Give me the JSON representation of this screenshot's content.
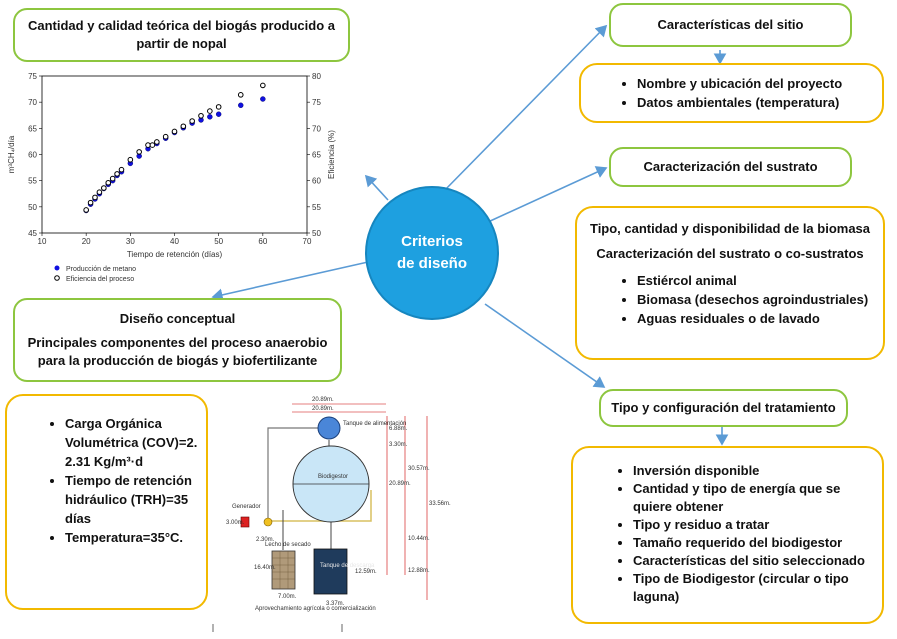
{
  "center": {
    "line1": "Criterios",
    "line2": "de diseño"
  },
  "top_left_title": "Cantidad y calidad teórica del biogás producido a partir de nopal",
  "site": {
    "title": "Características del sitio",
    "items": [
      "Nombre y ubicación del proyecto",
      "Datos ambientales (temperatura)"
    ]
  },
  "substrate": {
    "title": "Caracterización del sustrato",
    "heading1": "Tipo, cantidad y disponibilidad de la biomasa",
    "heading2": "Caracterización del sustrato o co-sustratos",
    "items": [
      "Estiércol animal",
      "Biomasa (desechos agroindustriales)",
      "Aguas residuales o de lavado"
    ]
  },
  "treatment": {
    "title": "Tipo y configuración del tratamiento",
    "items": [
      "Inversión disponible",
      "Cantidad y tipo de energía que se quiere obtener",
      "Tipo y residuo a tratar",
      "Tamaño requerido del biodigestor",
      "Características del sitio seleccionado",
      "Tipo de Biodigestor (circular o tipo laguna)"
    ]
  },
  "concept": {
    "title": "Diseño conceptual",
    "subtitle": "Principales componentes del proceso anaerobio para la producción de biogás y biofertilizante"
  },
  "params": {
    "items": [
      "Carga Orgánica Volumétrica (COV)=2. 2.31 Kg/m³·d",
      "Tiempo de retención hidráulico (TRH)=35 días",
      "Temperatura=35°C."
    ]
  },
  "chart_data": {
    "type": "scatter",
    "xlabel": "Tiempo de retención (días)",
    "ylabel": "m³CH₄/día",
    "y2label": "Eficiencia (%)",
    "xlim": [
      10,
      70
    ],
    "ylim": [
      45,
      75
    ],
    "y2lim": [
      50,
      80
    ],
    "xticks": [
      "10",
      "20",
      "30",
      "40",
      "50",
      "60",
      "70"
    ],
    "yticks": [
      "45",
      "50",
      "55",
      "60",
      "65",
      "70",
      "75"
    ],
    "y2ticks": [
      "50",
      "55",
      "60",
      "65",
      "70",
      "75",
      "80"
    ],
    "legend_position": "bottom-left",
    "series": [
      {
        "name": "Producción de metano",
        "axis": "left",
        "color": "#1010e0",
        "x": [
          20,
          21,
          22,
          23,
          24,
          25,
          26,
          27,
          28,
          30,
          32,
          34,
          36,
          38,
          40,
          42,
          44,
          46,
          48,
          50,
          55,
          60
        ],
        "y": [
          49.3,
          50.5,
          51.5,
          52.5,
          53.5,
          54.3,
          55,
          56,
          56.7,
          58.3,
          59.7,
          61.1,
          62.1,
          63.1,
          64.2,
          65.1,
          66,
          66.6,
          67.2,
          67.7,
          69.4,
          70.6
        ]
      },
      {
        "name": "Eficiencia del proceso",
        "axis": "right",
        "color": "#000000",
        "x": [
          20,
          21,
          22,
          23,
          24,
          25,
          26,
          27,
          28,
          30,
          32,
          34,
          35,
          36,
          38,
          40,
          42,
          44,
          46,
          48,
          50,
          55,
          60
        ],
        "y": [
          54.4,
          55.8,
          56.8,
          57.8,
          58.6,
          59.6,
          60.4,
          61.3,
          62.1,
          64,
          65.5,
          66.8,
          66.8,
          67.4,
          68.4,
          69.4,
          70.4,
          71.4,
          72.4,
          73.3,
          74.1,
          76.4,
          78.2
        ]
      }
    ]
  },
  "schematic": {
    "dims": [
      "20.89m.",
      "20.89m.",
      "6.88m.",
      "3.30m.",
      "30.57m.",
      "33.56m.",
      "20.89m.",
      "10.44m.",
      "12.88m.",
      "12.59m.",
      "16.40m.",
      "2.30m.",
      "3.00m.",
      "7.00m.",
      "3.37m."
    ],
    "feed_tank": "Tanque de alimentación",
    "digester": "Biodigestor",
    "generator": "Generador",
    "drying_bed": "Lecho de secado",
    "discharge_tank": "Tanque de descarga",
    "use": "Aprovechamiento agrícola o comercialización"
  }
}
